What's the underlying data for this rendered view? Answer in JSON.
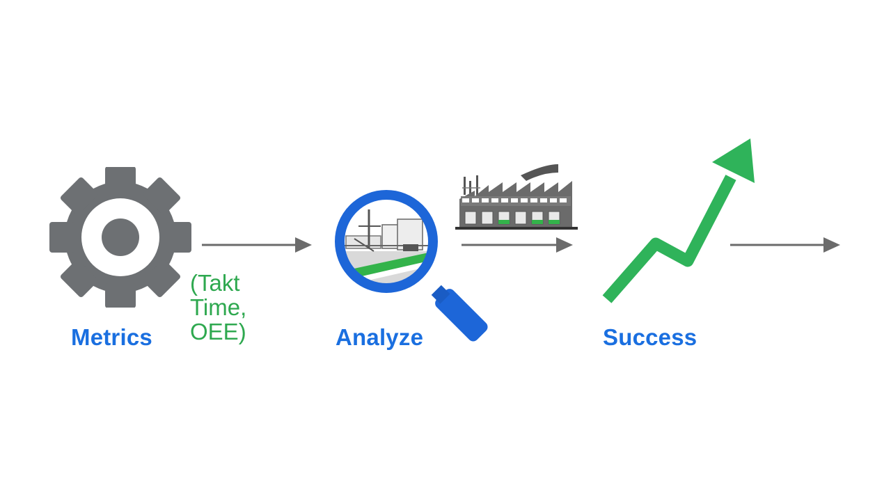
{
  "steps": [
    {
      "label": "Metrics",
      "icon": "gear-icon"
    },
    {
      "label": "Analyze",
      "icon": "magnifying-glass-factory-icon"
    },
    {
      "label": "Success",
      "icon": "rising-trend-arrow-icon"
    }
  ],
  "metrics_detail": [
    "(Takt",
    "Time,",
    "OEE)"
  ],
  "decorations": {
    "factory": "factory-icon",
    "arrows": "right-arrow-icon"
  },
  "colors": {
    "label_blue": "#1a6fe0",
    "detail_green": "#2ea84f",
    "gear_gray": "#6d7073",
    "arrow_gray": "#6b6b6b",
    "trend_green": "#2fb35a"
  }
}
